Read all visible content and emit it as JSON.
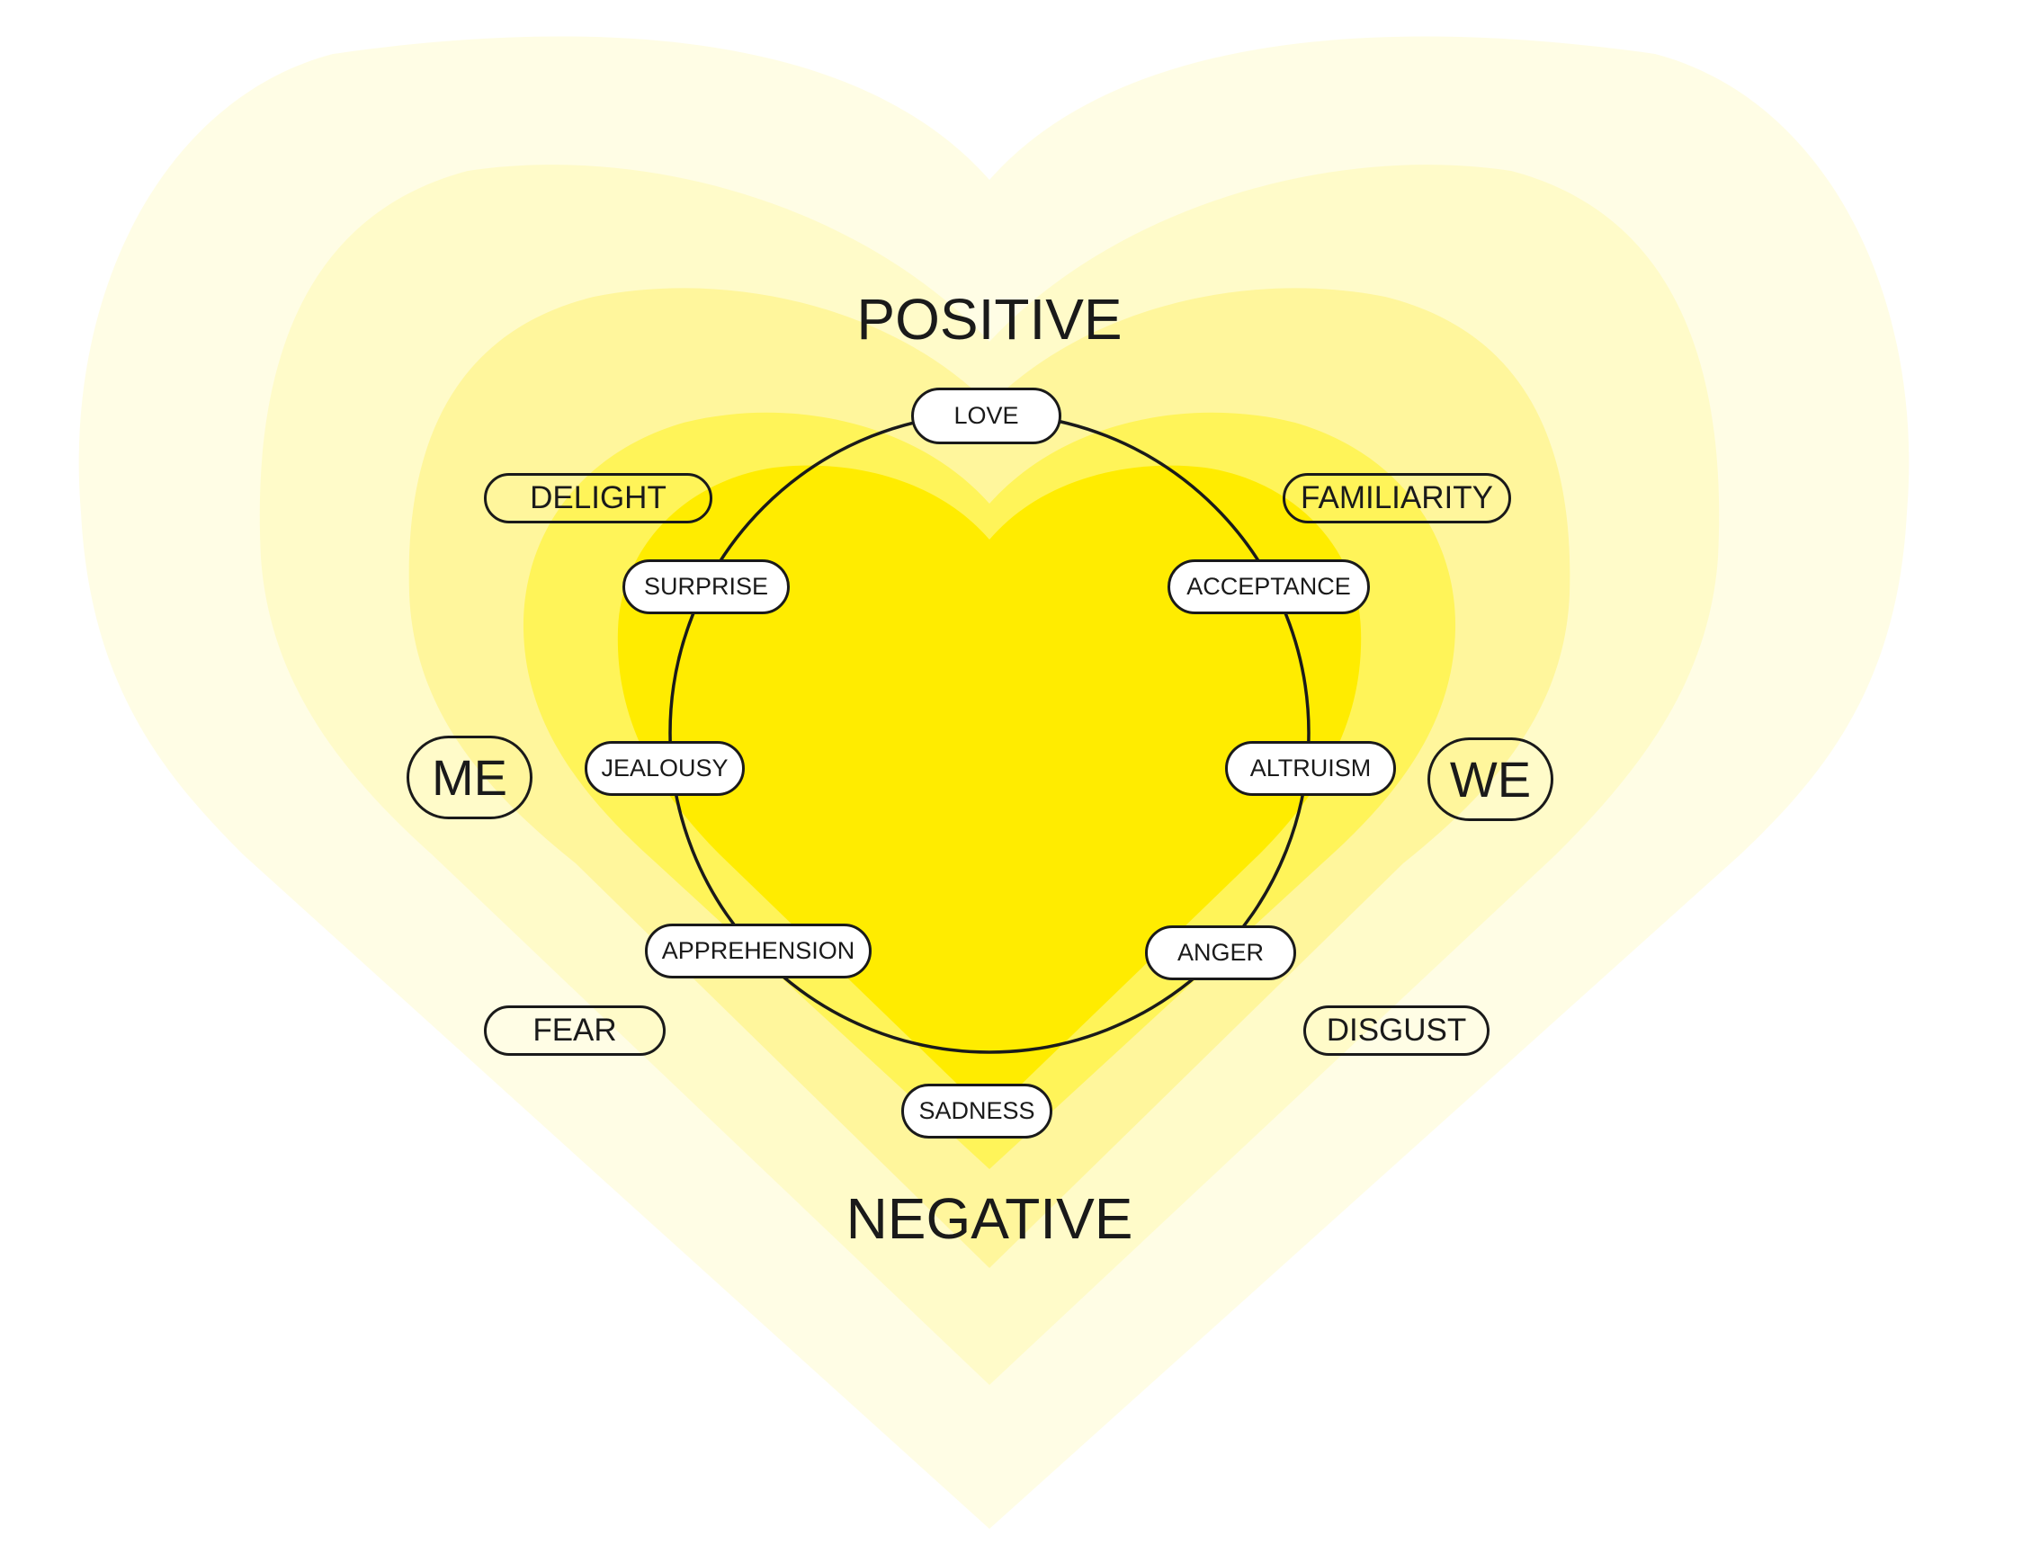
{
  "colors": {
    "core": "#ffec00",
    "layer_1": "#fff459",
    "layer_2": "#fff69c",
    "layer_3": "#fffbc9",
    "layer_4": "#fffde5",
    "ink": "#1a1a1a"
  },
  "axis": {
    "top": "POSITIVE",
    "bottom": "NEGATIVE"
  },
  "sides": {
    "left": "ME",
    "right": "WE"
  },
  "inner_ring": {
    "love": "LOVE",
    "acceptance": "ACCEPTANCE",
    "altruism": "ALTRUISM",
    "anger": "ANGER",
    "sadness": "SADNESS",
    "apprehension": "APPREHENSION",
    "jealousy": "JEALOUSY",
    "surprise": "SURPRISE"
  },
  "outer_ring": {
    "delight": "DELIGHT",
    "familiarity": "FAMILIARITY",
    "fear": "FEAR",
    "disgust": "DISGUST"
  }
}
